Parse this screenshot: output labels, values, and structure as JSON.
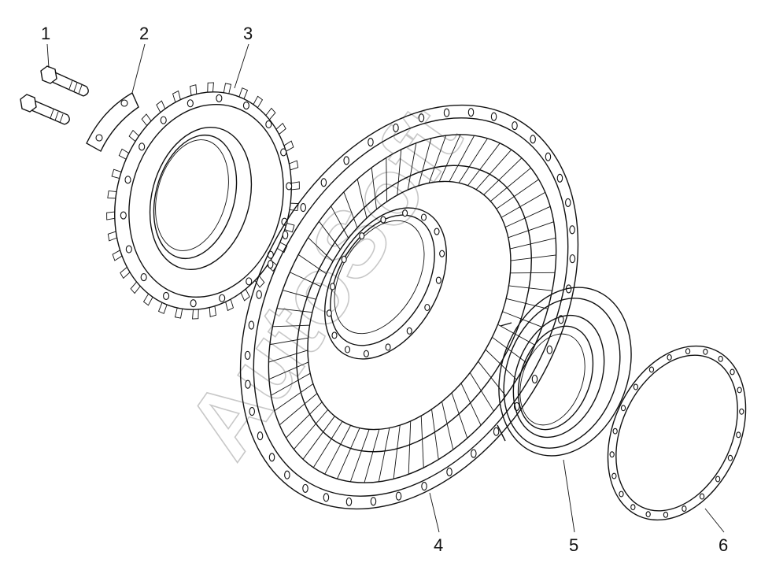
{
  "callouts": [
    {
      "id": "1",
      "label": "1"
    },
    {
      "id": "2",
      "label": "2"
    },
    {
      "id": "3",
      "label": "3"
    },
    {
      "id": "4",
      "label": "4"
    },
    {
      "id": "5",
      "label": "5"
    },
    {
      "id": "6",
      "label": "6"
    }
  ],
  "watermark": "AutoSoft",
  "line_color": "#111111",
  "watermark_color": "#c8c8c8"
}
